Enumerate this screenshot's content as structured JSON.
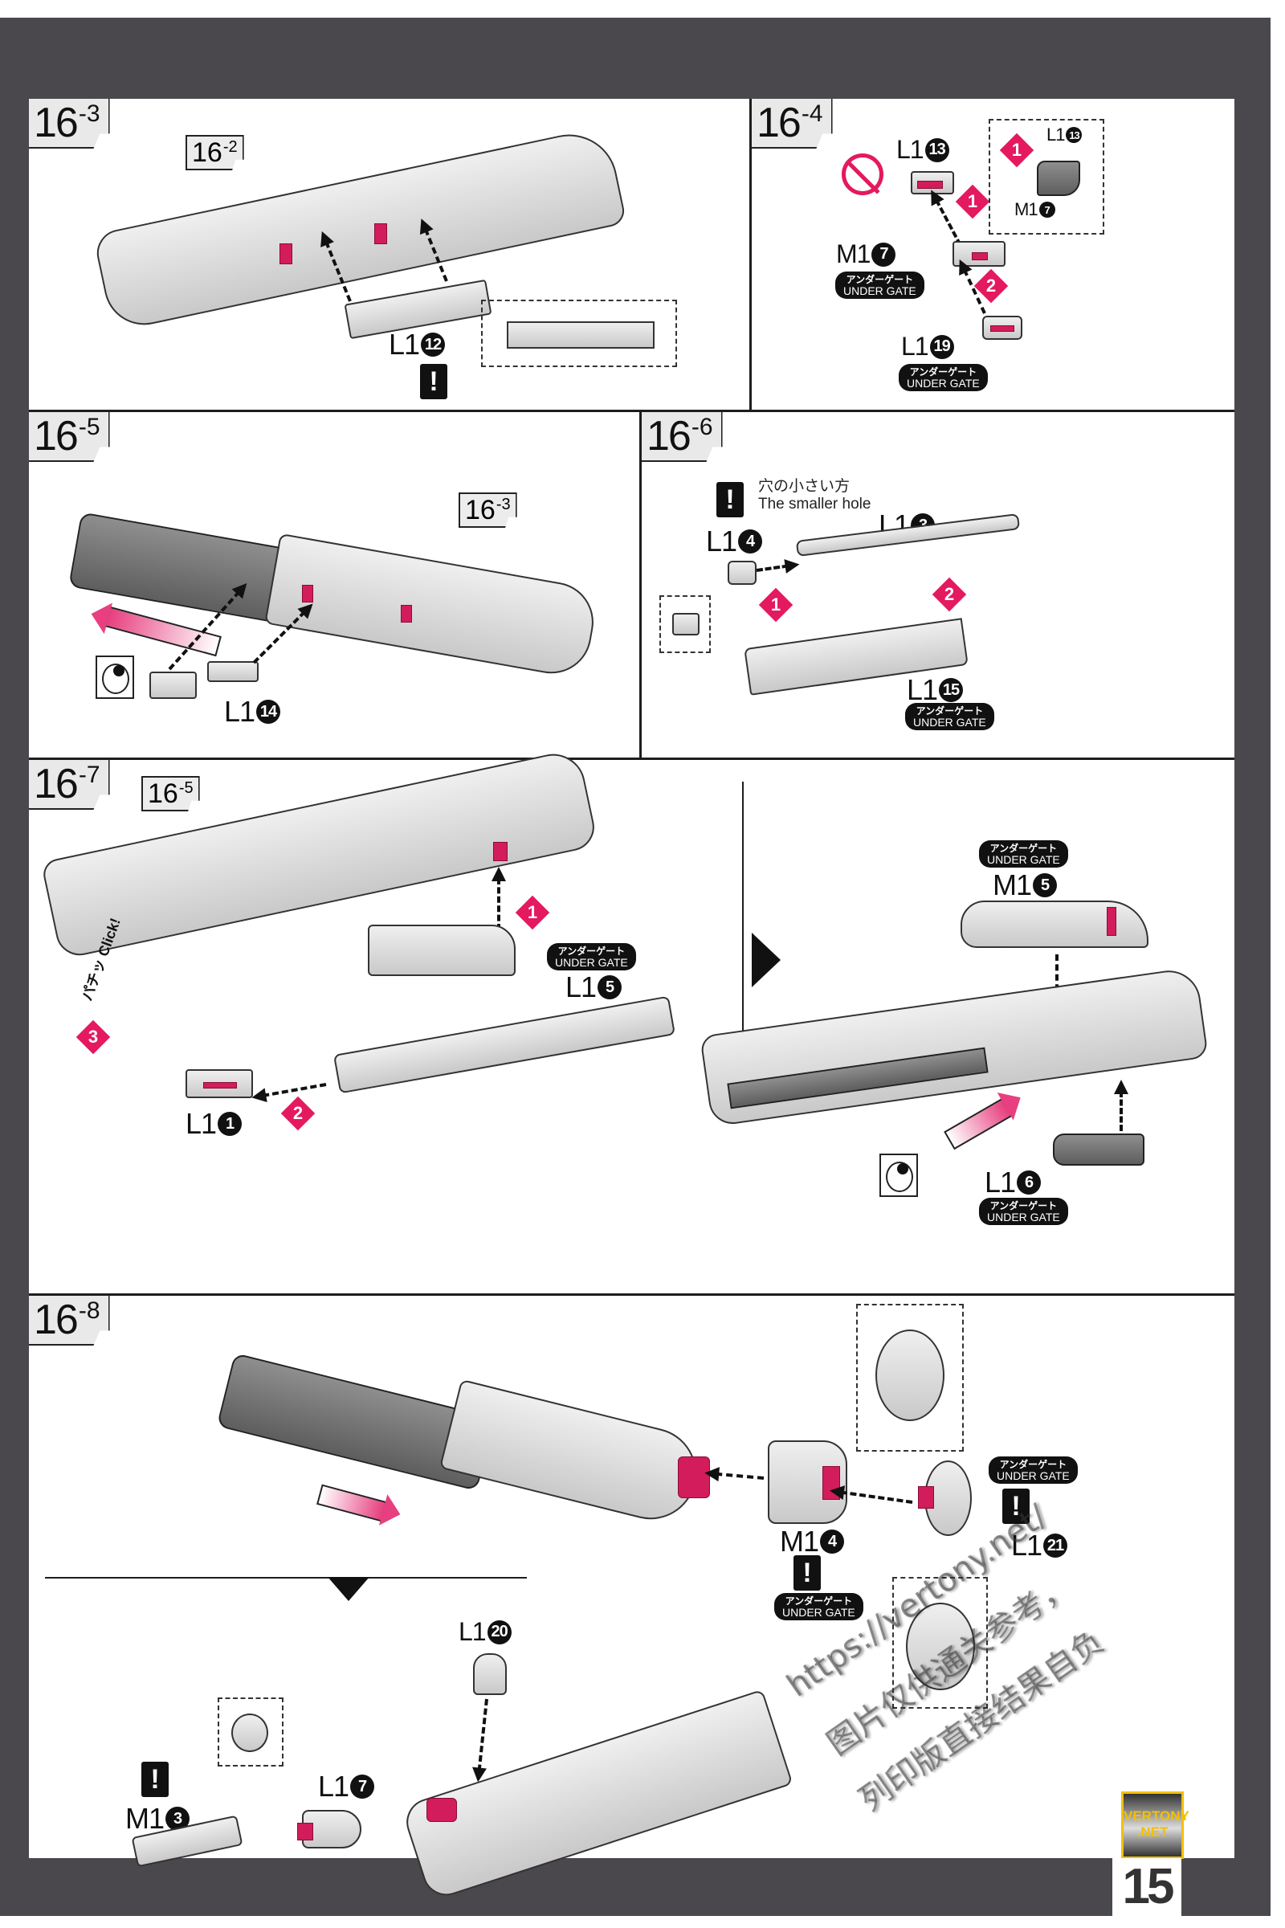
{
  "page": {
    "page_number": "15",
    "brand_badge": {
      "line1": "VERTONY",
      "line2": ".NET"
    },
    "watermark": {
      "url": "https://vertony.net/",
      "line1": "图片仅供通关参考，",
      "line2": "列印版直接结果自负"
    },
    "colors": {
      "accent": "#e4195f",
      "frame": "#4a484c",
      "gate_mark": "#f19ab7",
      "badge_gold": "#f3c000"
    }
  },
  "steps": {
    "s16_3": {
      "step": "16",
      "sub": "-3",
      "ref": {
        "step": "16",
        "sub": "-2"
      },
      "parts": [
        {
          "runner": "L1",
          "num": "12"
        }
      ],
      "caution": "!"
    },
    "s16_4": {
      "step": "16",
      "sub": "-4",
      "parts": [
        {
          "runner": "L1",
          "num": "13"
        },
        {
          "runner": "M1",
          "num": "7",
          "gate": {
            "jp": "アンダーゲート",
            "en": "UNDER GATE"
          }
        },
        {
          "runner": "L1",
          "num": "19",
          "gate": {
            "jp": "アンダーゲート",
            "en": "UNDER GATE"
          }
        }
      ],
      "inset": {
        "order": "1",
        "labels": [
          {
            "runner": "L1",
            "num": "13"
          },
          {
            "runner": "M1",
            "num": "7"
          }
        ]
      },
      "order": [
        "1",
        "2"
      ],
      "no_tool_icon": "no-nipper-icon"
    },
    "s16_5": {
      "step": "16",
      "sub": "-5",
      "ref": {
        "step": "16",
        "sub": "-3"
      },
      "parts": [
        {
          "runner": "L1",
          "num": "14"
        }
      ]
    },
    "s16_6": {
      "step": "16",
      "sub": "-6",
      "note": {
        "jp": "穴の小さい方",
        "en": "The smaller hole"
      },
      "caution": "!",
      "parts": [
        {
          "runner": "L1",
          "num": "4"
        },
        {
          "runner": "L1",
          "num": "3"
        },
        {
          "runner": "L1",
          "num": "15",
          "gate": {
            "jp": "アンダーゲート",
            "en": "UNDER GATE"
          }
        }
      ],
      "order": [
        "1",
        "2"
      ]
    },
    "s16_7": {
      "step": "16",
      "sub": "-7",
      "ref": {
        "step": "16",
        "sub": "-5"
      },
      "click": {
        "jp": "パチッ",
        "en": "Click!"
      },
      "parts": [
        {
          "runner": "L1",
          "num": "5",
          "gate": {
            "jp": "アンダーゲート",
            "en": "UNDER GATE"
          }
        },
        {
          "runner": "L1",
          "num": "1"
        }
      ],
      "order": [
        "1",
        "2",
        "3"
      ],
      "result_parts": [
        {
          "runner": "M1",
          "num": "5",
          "gate": {
            "jp": "アンダーゲート",
            "en": "UNDER GATE"
          }
        },
        {
          "runner": "L1",
          "num": "6",
          "gate": {
            "jp": "アンダーゲート",
            "en": "UNDER GATE"
          }
        }
      ]
    },
    "s16_8": {
      "step": "16",
      "sub": "-8",
      "parts": [
        {
          "runner": "M1",
          "num": "4",
          "gate": {
            "jp": "アンダーゲート",
            "en": "UNDER GATE"
          },
          "caution": "!"
        },
        {
          "runner": "L1",
          "num": "21",
          "gate": {
            "jp": "アンダーゲート",
            "en": "UNDER GATE"
          },
          "caution": "!"
        },
        {
          "runner": "L1",
          "num": "20"
        },
        {
          "runner": "L1",
          "num": "7"
        },
        {
          "runner": "M1",
          "num": "3",
          "caution": "!"
        }
      ]
    }
  }
}
